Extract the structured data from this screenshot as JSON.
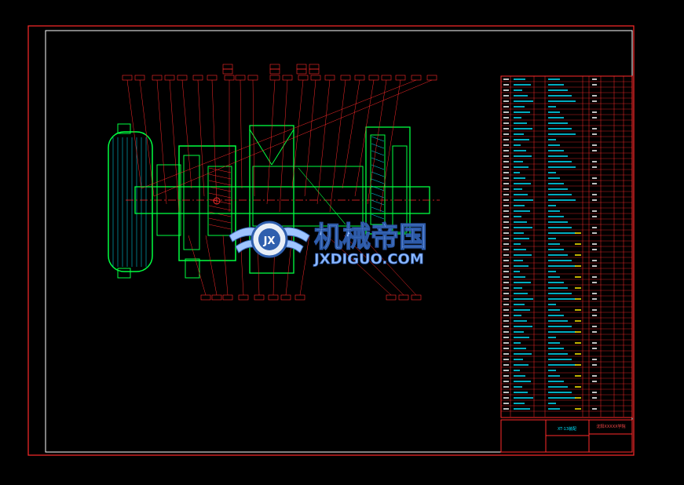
{
  "watermark": {
    "brand_cn": "机械帝国",
    "brand_url": "JXDIGUO.COM",
    "logo_letters": "JX"
  },
  "title_block": {
    "drawing_name": "XT-13装配",
    "stamp": "沈阳XXXXX学院"
  },
  "colors": {
    "background": "#000000",
    "frame_red": "#ff2a2a",
    "frame_white": "#ffffff",
    "part_green": "#00ff40",
    "table_cyan": "#00e5ff",
    "dimension_yellow": "#ffea00",
    "label_magenta": "#ff40ff",
    "watermark_blue": "#6aa8ff"
  }
}
